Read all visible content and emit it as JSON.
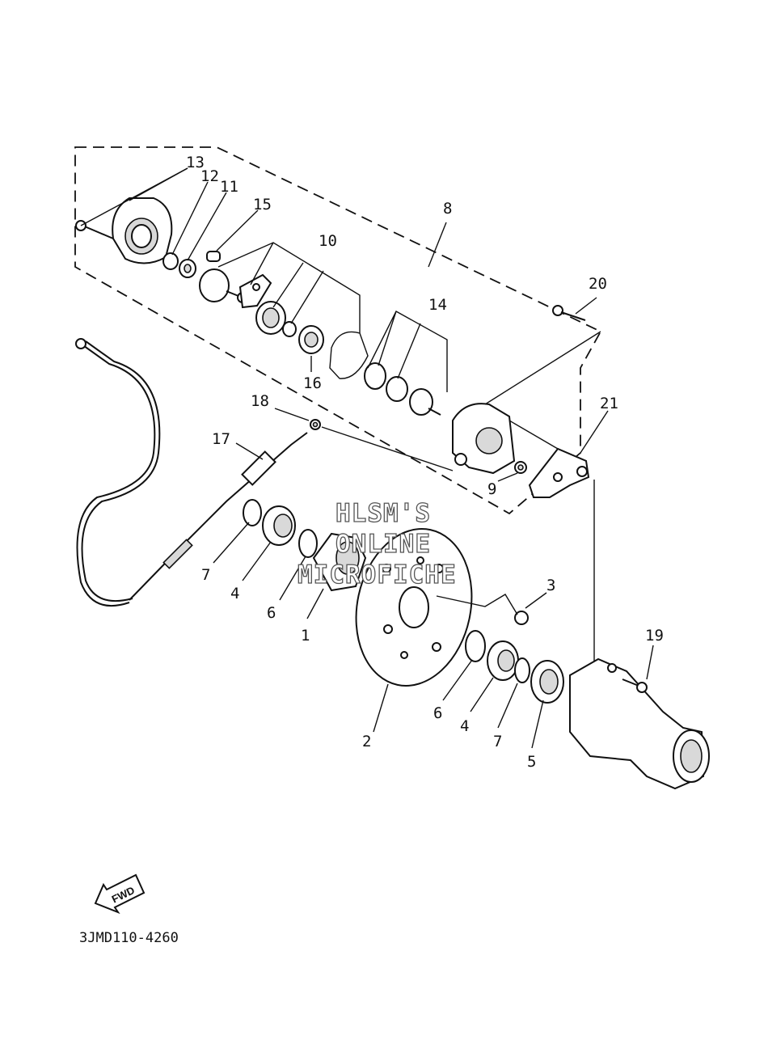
{
  "diagram": {
    "code": "3JMD110-4260",
    "fwd_label": "FWD",
    "watermark": [
      "HLSM'S",
      "ONLINE",
      "MICROFICHE"
    ],
    "callouts": {
      "c1": "1",
      "c2": "2",
      "c3": "3",
      "c4a": "4",
      "c4b": "4",
      "c5": "5",
      "c6a": "6",
      "c6b": "6",
      "c7a": "7",
      "c7b": "7",
      "c8": "8",
      "c9": "9",
      "c10": "10",
      "c11": "11",
      "c12": "12",
      "c13": "13",
      "c14": "14",
      "c15": "15",
      "c16": "16",
      "c17": "17",
      "c18": "18",
      "c19": "19",
      "c20": "20",
      "c21": "21"
    }
  }
}
